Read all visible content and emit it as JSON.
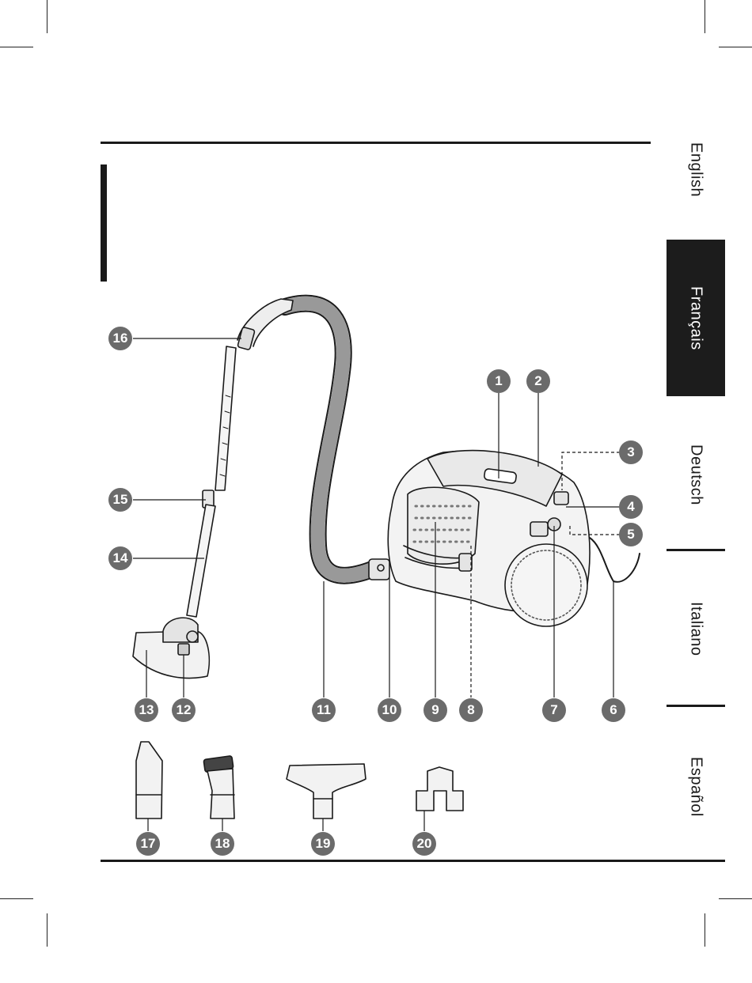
{
  "languages": [
    {
      "label": "English",
      "active": false
    },
    {
      "label": "Français",
      "active": true
    },
    {
      "label": "Deutsch",
      "active": false
    },
    {
      "label": "Italiano",
      "active": false
    },
    {
      "label": "Español",
      "active": false
    }
  ],
  "callouts": [
    "1",
    "2",
    "3",
    "4",
    "5",
    "6",
    "7",
    "8",
    "9",
    "10",
    "11",
    "12",
    "13",
    "14",
    "15",
    "16",
    "17",
    "18",
    "19",
    "20"
  ],
  "colors": {
    "badge": "#6b6b6b",
    "active_tab": "#1c1c1c",
    "line": "#1a1a1a"
  }
}
